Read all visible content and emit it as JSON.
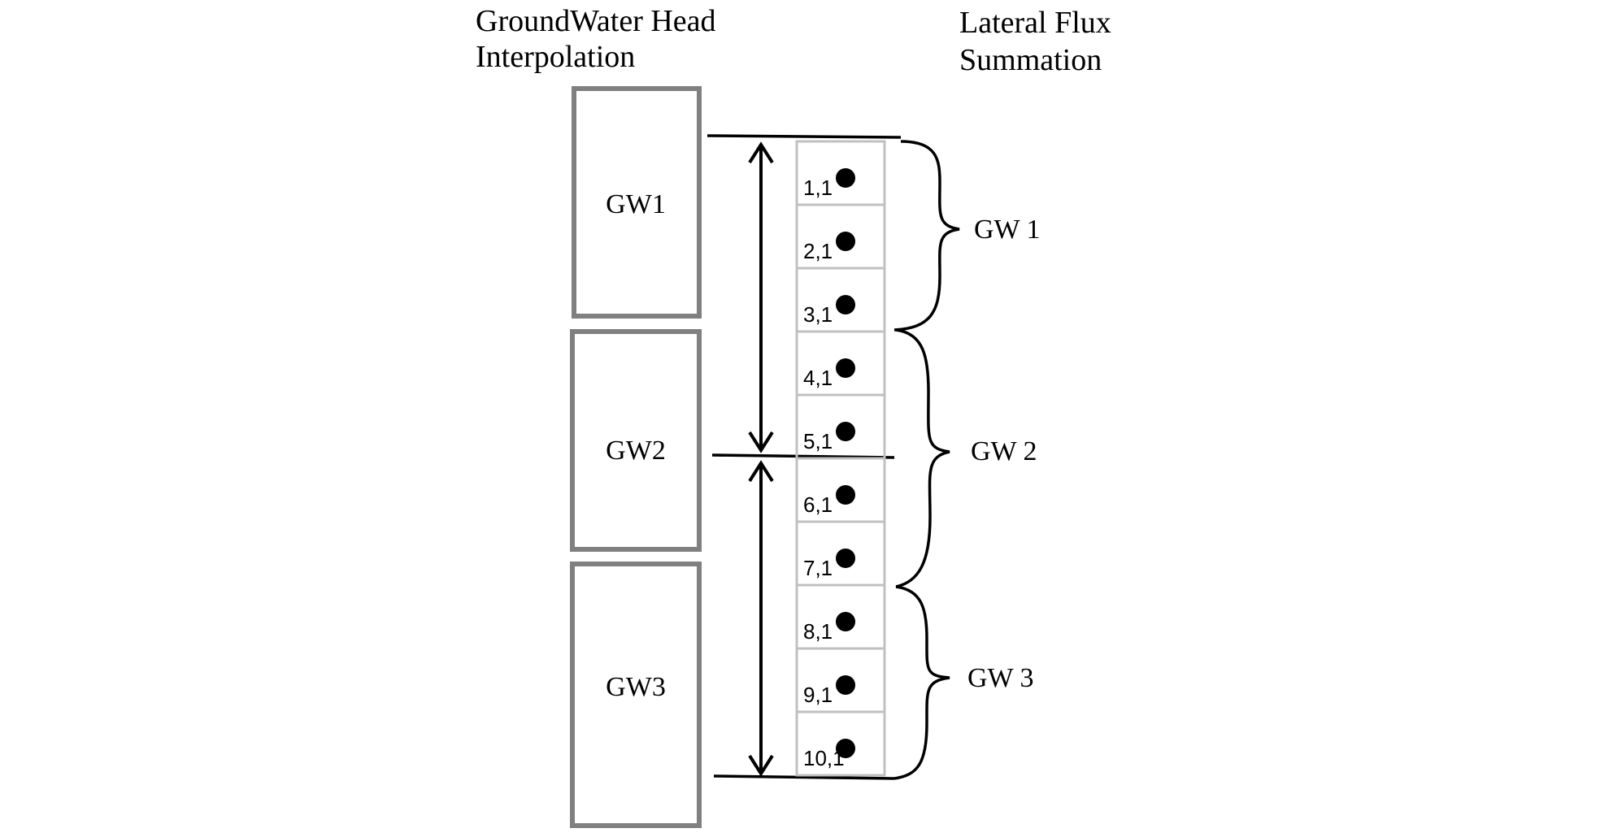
{
  "headers": {
    "left": [
      "GroundWater Head",
      "Interpolation"
    ],
    "right": [
      "Lateral Flux",
      "Summation"
    ]
  },
  "boxes": [
    "GW1",
    "GW2",
    "GW3"
  ],
  "cells": [
    "1,1",
    "2,1",
    "3,1",
    "4,1",
    "5,1",
    "6,1",
    "7,1",
    "8,1",
    "9,1",
    "10,1"
  ],
  "groups": [
    "GW 1",
    "GW 2",
    "GW 3"
  ],
  "colors": {
    "box_border": "#808080",
    "cell_border": "#c0c0c0",
    "line": "#000000"
  }
}
